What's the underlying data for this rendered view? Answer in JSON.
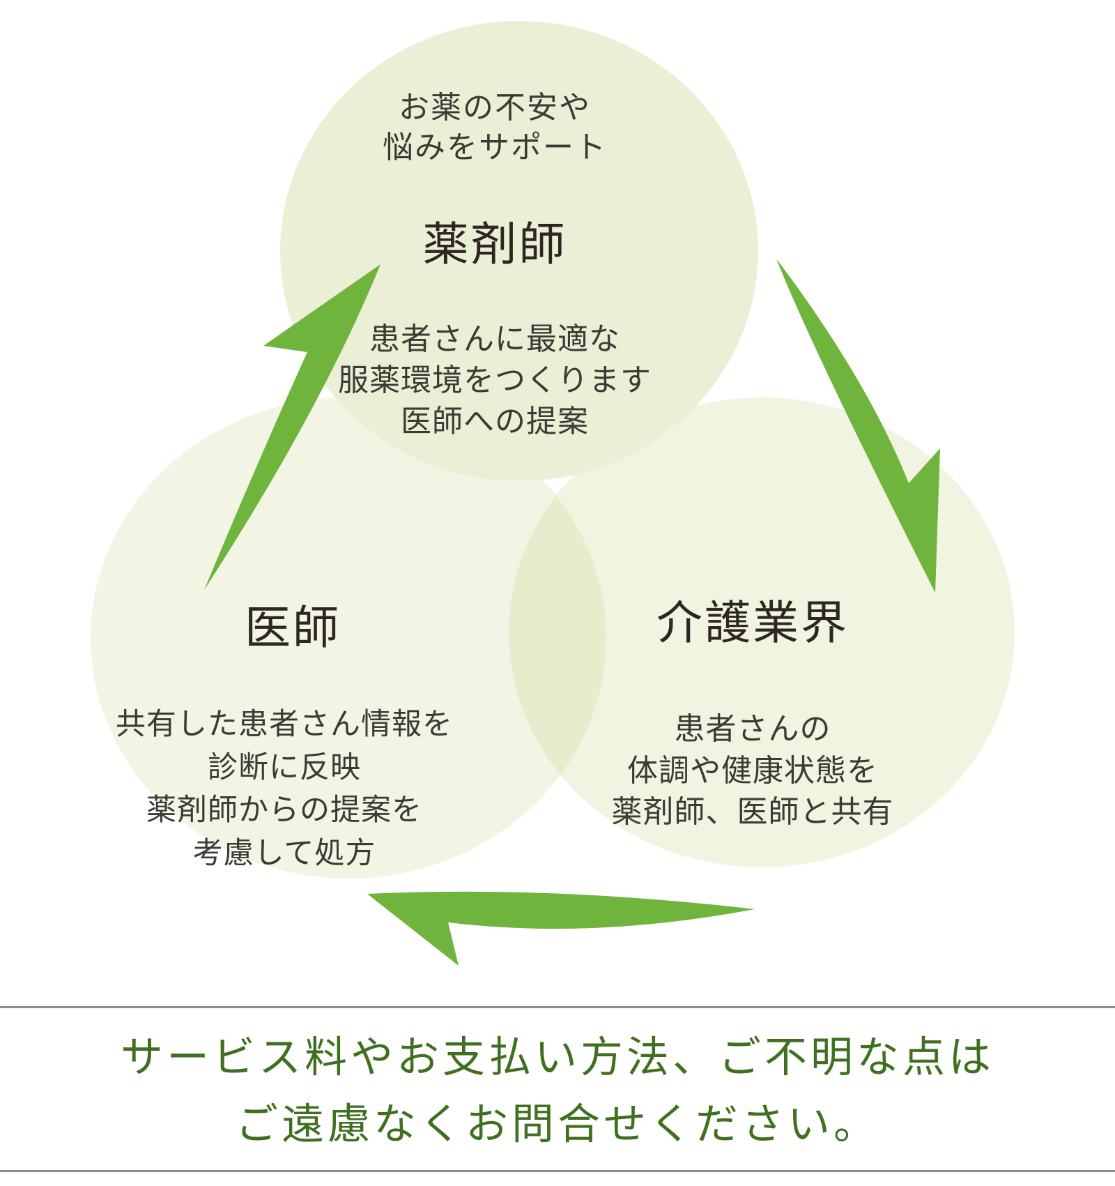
{
  "diagram": {
    "top_circle": {
      "tagline": [
        "お薬の不安や",
        "悩みをサポート"
      ],
      "title": "薬剤師",
      "body": [
        "患者さんに最適な",
        "服薬環境をつくります",
        "医師への提案"
      ]
    },
    "left_circle": {
      "title": "医師",
      "body": [
        "共有した患者さん情報を",
        "診断に反映",
        "薬剤師からの提案を",
        "考慮して処方"
      ]
    },
    "right_circle": {
      "title": "介護業界",
      "body": [
        "患者さんの",
        "体調や健康状態を",
        "薬剤師、医師と共有"
      ]
    }
  },
  "footer": {
    "line1": "サービス料やお支払い方法、ご不明な点は",
    "line2": "ご遠慮なくお問合せください。"
  },
  "colors": {
    "top_circle_fill": "#ebefd5",
    "bottom_circle_fill": "#f2f5e3",
    "bottom_circle_fill_translucent": "rgba(203,215,143,0.28)",
    "arrow_green": "#6fb43d",
    "footer_text_green": "#3e701f",
    "divider_gray": "#8f8f8f",
    "title_text": "#2d2621",
    "body_text": "#3c3a35"
  }
}
